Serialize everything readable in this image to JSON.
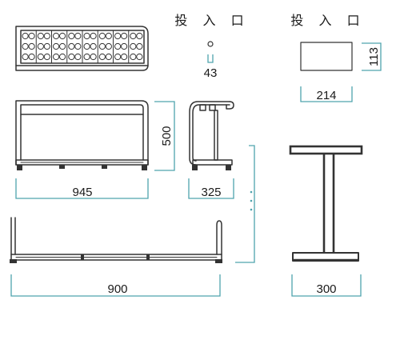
{
  "inlet_labels": {
    "middle": "投 入 口",
    "right": "投 入 口"
  },
  "dimensions": {
    "inlet_diameter": "43",
    "inlet_width": "214",
    "inlet_height": "113",
    "height": "500",
    "overall_width": "945",
    "depth": "325",
    "inner_width": "900",
    "base_width": "300"
  },
  "colors": {
    "drawing_line": "#333333",
    "dimension_line": "#4fa3ad",
    "text": "#1a1a1a"
  }
}
